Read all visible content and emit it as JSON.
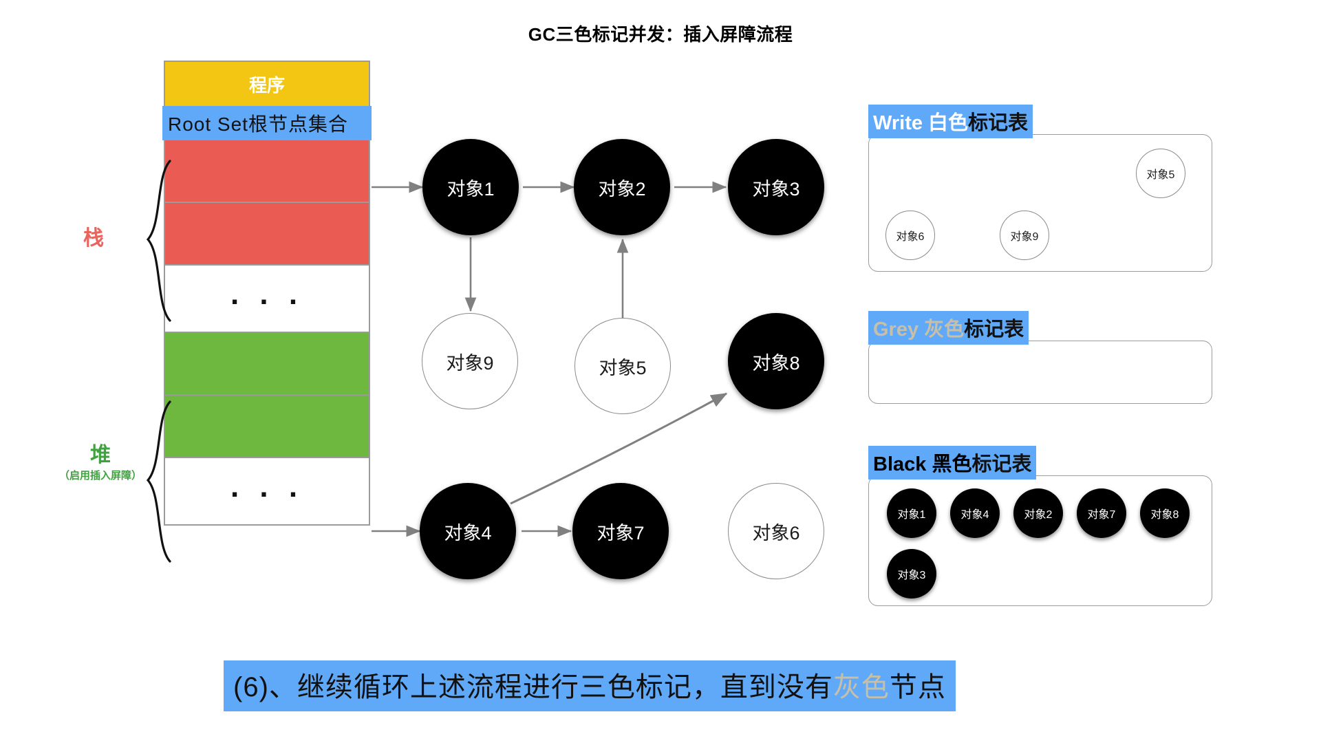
{
  "title": "GC三色标记并发：插入屏障流程",
  "memory": {
    "program_label": "程序",
    "root_set_label": "Root Set根节点集合",
    "dots": ". . .",
    "stack_label": "栈",
    "heap_label": "堆",
    "heap_sub_label": "（启用插入屏障）",
    "rows": [
      {
        "name": "program",
        "fill": "#f3c614"
      },
      {
        "name": "root-set",
        "fill": "#5fa9f8"
      },
      {
        "name": "stack-slot-1",
        "fill": "#e95b53"
      },
      {
        "name": "stack-slot-2",
        "fill": "#e95b53"
      },
      {
        "name": "stack-ellipsis",
        "fill": "#ffffff"
      },
      {
        "name": "heap-slot-1",
        "fill": "#6eb83f"
      },
      {
        "name": "heap-slot-2",
        "fill": "#6eb83f"
      },
      {
        "name": "heap-ellipsis",
        "fill": "#ffffff"
      }
    ]
  },
  "graph": {
    "nodes": [
      {
        "id": "obj1",
        "label": "对象1",
        "color": "black"
      },
      {
        "id": "obj2",
        "label": "对象2",
        "color": "black"
      },
      {
        "id": "obj3",
        "label": "对象3",
        "color": "black"
      },
      {
        "id": "obj9",
        "label": "对象9",
        "color": "white"
      },
      {
        "id": "obj5",
        "label": "对象5",
        "color": "white"
      },
      {
        "id": "obj8",
        "label": "对象8",
        "color": "black"
      },
      {
        "id": "obj4",
        "label": "对象4",
        "color": "black"
      },
      {
        "id": "obj7",
        "label": "对象7",
        "color": "black"
      },
      {
        "id": "obj6",
        "label": "对象6",
        "color": "white"
      }
    ],
    "edges": [
      {
        "from": "root-stack",
        "to": "obj1"
      },
      {
        "from": "obj1",
        "to": "obj2"
      },
      {
        "from": "obj2",
        "to": "obj3"
      },
      {
        "from": "obj1",
        "to": "obj9"
      },
      {
        "from": "obj5",
        "to": "obj2"
      },
      {
        "from": "root-heap",
        "to": "obj4"
      },
      {
        "from": "obj4",
        "to": "obj7"
      },
      {
        "from": "obj4",
        "to": "obj8"
      }
    ]
  },
  "tables": {
    "white": {
      "title_en": "Write",
      "title_color_word": "白色",
      "title_rest": "标记表",
      "en_color": "#ffffff",
      "color_word_color": "#ffffff",
      "items": [
        {
          "label": "对象5",
          "style": "white"
        },
        {
          "label": "对象6",
          "style": "white"
        },
        {
          "label": "对象9",
          "style": "white"
        }
      ]
    },
    "grey": {
      "title_en": "Grey",
      "title_color_word": "灰色",
      "title_rest": "标记表",
      "en_color": "#c8bfa8",
      "color_word_color": "#c8bfa8",
      "items": []
    },
    "black": {
      "title_en": "Black",
      "title_color_word": "黑色",
      "title_rest": "标记表",
      "en_color": "#000000",
      "color_word_color": "#000000",
      "items": [
        {
          "label": "对象1",
          "style": "black"
        },
        {
          "label": "对象4",
          "style": "black"
        },
        {
          "label": "对象2",
          "style": "black"
        },
        {
          "label": "对象7",
          "style": "black"
        },
        {
          "label": "对象8",
          "style": "black"
        },
        {
          "label": "对象3",
          "style": "black"
        }
      ]
    }
  },
  "caption": {
    "before": "(6)、继续循环上述流程进行三色标记，直到没有",
    "grey_word": "灰色",
    "after": "节点"
  },
  "colors": {
    "highlight": "#5fa9f8",
    "stack": "#e95b53",
    "heap": "#6eb83f",
    "program": "#f3c614",
    "grey_text": "#c8bfa8",
    "edge": "#808080"
  }
}
